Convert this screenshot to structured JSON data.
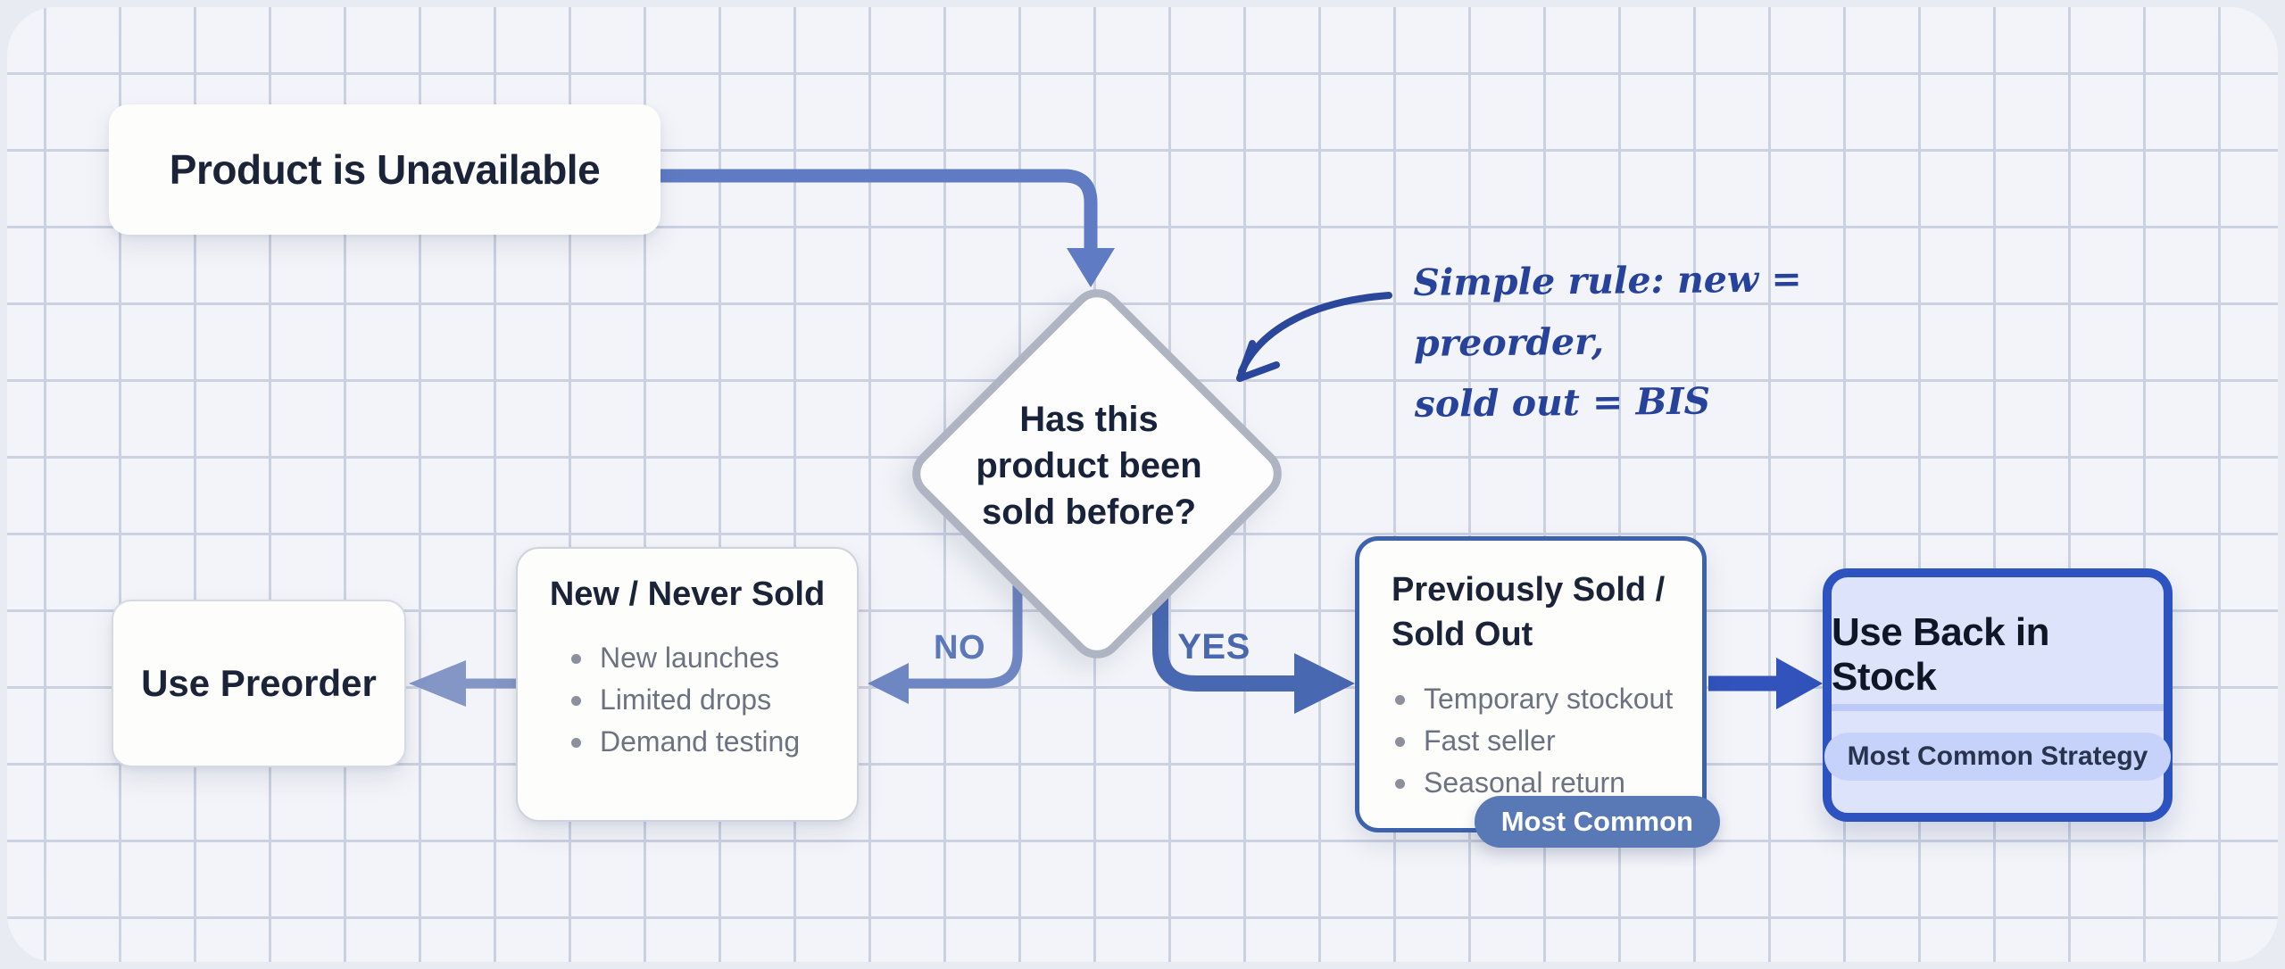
{
  "diagram": {
    "title_hint": "Product availability decision flowchart"
  },
  "nodes": {
    "start": {
      "label": "Product is Unavailable"
    },
    "decision": {
      "label": "Has this product been sold before?"
    },
    "new_never": {
      "title": "New / Never Sold",
      "bullets": [
        "New launches",
        "Limited drops",
        "Demand testing"
      ]
    },
    "use_preorder": {
      "label": "Use Preorder"
    },
    "prev_sold": {
      "title": "Previously Sold / Sold Out",
      "bullets": [
        "Temporary stockout",
        "Fast seller",
        "Seasonal return"
      ],
      "badge": "Most Common"
    },
    "use_bis": {
      "title": "Use Back in Stock",
      "badge": "Most Common Strategy"
    }
  },
  "edges": {
    "no_label": "NO",
    "yes_label": "YES"
  },
  "annotation": {
    "line1": "Simple rule: new = preorder,",
    "line2": "sold out = BIS"
  },
  "colors": {
    "background": "#e9ebf2",
    "grid_panel": "#f3f4f9",
    "grid_line": "#cbd1e1",
    "main_edge": "#5e7bc4",
    "no_edge": "#6e86c1",
    "yes_edge": "#4968b2",
    "preorder_edge": "#8496c6",
    "bis_edge": "#3153bb",
    "diamond_border": "#aeb4c1",
    "prev_box_border": "#3c62ae",
    "bis_box_border": "#2d53c0",
    "bis_box_fill": "#dce3fb",
    "badge_most_common_bg": "#5878b6",
    "badge_strategy_bg": "#c7d2fa",
    "dark_text": "#1a2337",
    "muted_text": "#6c7280",
    "handwriting": "#26429a"
  }
}
